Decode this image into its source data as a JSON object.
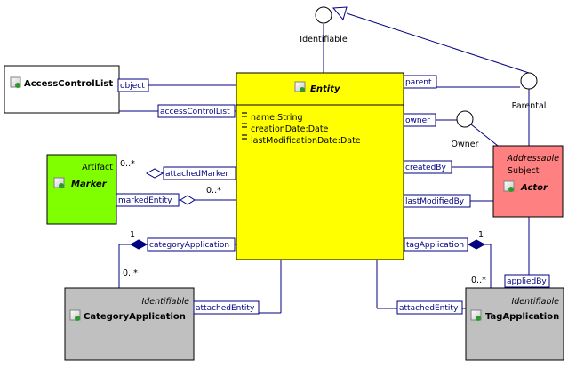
{
  "classes": {
    "entity": {
      "name": "Entity",
      "attributes": [
        "name:String",
        "creationDate:Date",
        "lastModificationDate:Date"
      ]
    },
    "access_control_list": {
      "name": "AccessControlList"
    },
    "marker": {
      "name": "Marker",
      "stereotype": "Artifact"
    },
    "actor": {
      "name": "Actor",
      "stereotype_1": "Addressable",
      "stereotype_2": "Subject"
    },
    "category_application": {
      "name": "CategoryApplication",
      "stereotype": "Identifiable"
    },
    "tag_application": {
      "name": "TagApplication",
      "stereotype": "Identifiable"
    }
  },
  "interfaces": {
    "identifiable": "Identifiable",
    "parental": "Parental",
    "owner": "Owner"
  },
  "roles": {
    "object": "object",
    "access_control_list": "accessControlList",
    "parent": "parent",
    "owner": "owner",
    "created_by": "createdBy",
    "last_modified_by": "lastModifiedBy",
    "attached_marker": "attachedMarker",
    "marked_entity": "markedEntity",
    "category_application": "categoryApplication",
    "tag_application": "tagApplication",
    "attached_entity_left": "attachedEntity",
    "attached_entity_right": "attachedEntity",
    "applied_by": "appliedBy"
  },
  "multiplicities": {
    "marker_upper": "0..*",
    "marker_lower": "0..*",
    "category_one": "1",
    "category_many": "0..*",
    "tag_one": "1",
    "tag_many": "0..*"
  },
  "colors": {
    "entity_fill": "#ffff00",
    "marker_fill": "#80ff00",
    "actor_fill": "#ff8080",
    "application_fill": "#c0c0c0",
    "line": "#000080"
  }
}
